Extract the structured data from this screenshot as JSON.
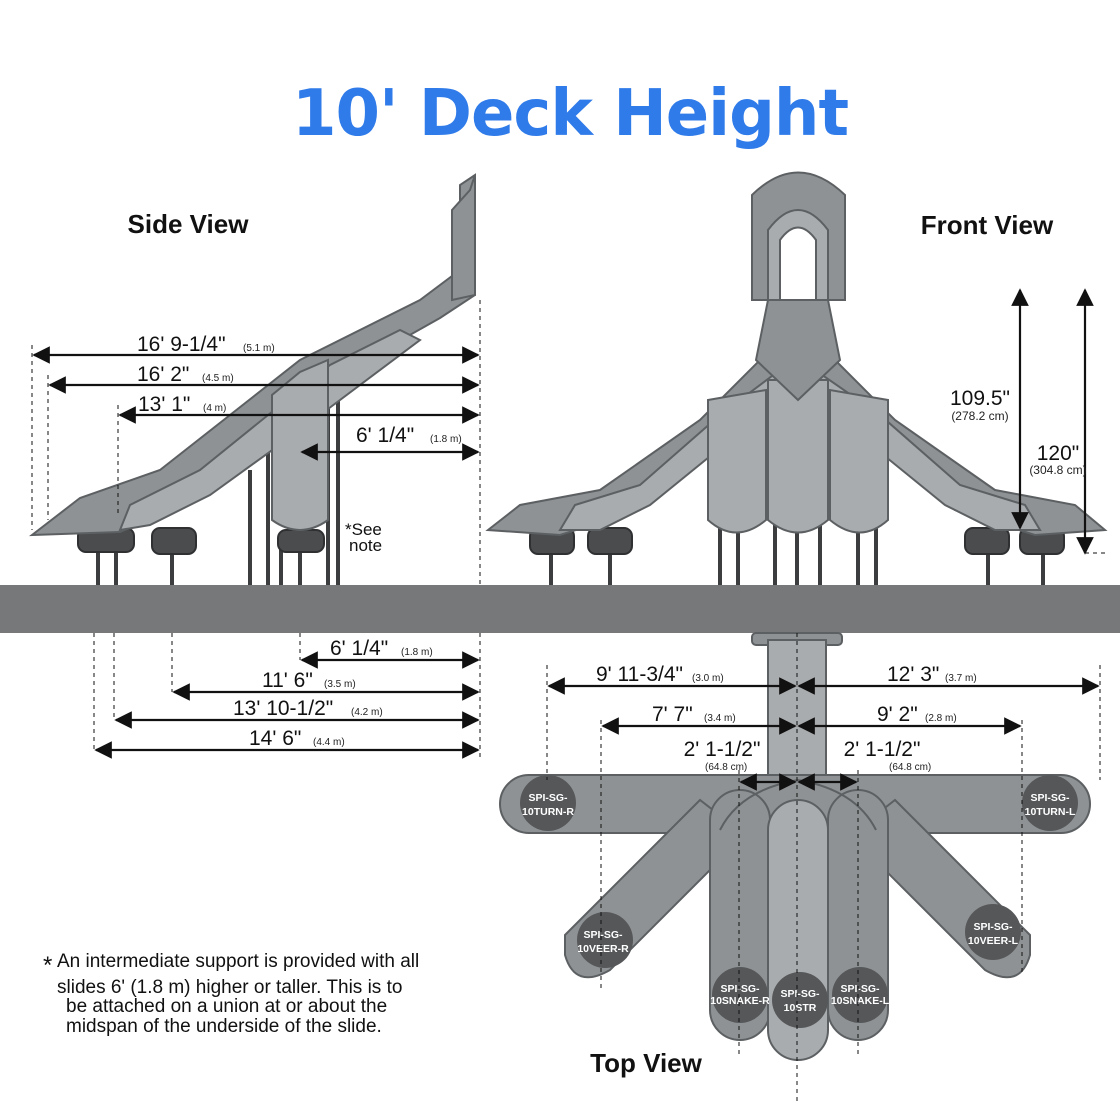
{
  "title": "10' Deck Height",
  "views": {
    "side": "Side View",
    "front": "Front View",
    "top": "Top View"
  },
  "side_view": {
    "upper_dimensions": [
      {
        "label": "16' 9-1/4\"",
        "metric": "(5.1 m)"
      },
      {
        "label": "16' 2\"",
        "metric": "(4.5 m)"
      },
      {
        "label": "13' 1\"",
        "metric": "(4 m)"
      },
      {
        "label": "6' 1/4\"",
        "metric": "(1.8 m)"
      }
    ],
    "lower_dimensions": [
      {
        "label": "6' 1/4\"",
        "metric": "(1.8 m)"
      },
      {
        "label": "11' 6\"",
        "metric": "(3.5 m)"
      },
      {
        "label": "13' 10-1/2\"",
        "metric": "(4.2 m)"
      },
      {
        "label": "14' 6\"",
        "metric": "(4.4 m)"
      }
    ],
    "see_note": [
      "*See",
      "note"
    ]
  },
  "front_view": {
    "heights": [
      {
        "label": "109.5\"",
        "metric": "(278.2 cm)"
      },
      {
        "label": "120\"",
        "metric": "(304.8 cm)"
      }
    ]
  },
  "top_view": {
    "dimensions": [
      {
        "label": "9' 11-3/4\"",
        "metric": "(3.0 m)"
      },
      {
        "label": "12' 3\"",
        "metric": "(3.7 m)"
      },
      {
        "label": "7' 7\"",
        "metric": "(3.4 m)"
      },
      {
        "label": "9' 2\"",
        "metric": "(2.8 m)"
      },
      {
        "label": "2' 1-1/2\"",
        "metric": "(64.8 cm)"
      },
      {
        "label": "2' 1-1/2\"",
        "metric": "(64.8 cm)"
      }
    ],
    "models": [
      [
        "SPI-SG-",
        "10TURN-R"
      ],
      [
        "SPI-SG-",
        "10TURN-L"
      ],
      [
        "SPI-SG-",
        "10VEER-R"
      ],
      [
        "SPI-SG-",
        "10VEER-L"
      ],
      [
        "SPI-SG-",
        "10SNAKE-R"
      ],
      [
        "SPI-SG-",
        "10STR"
      ],
      [
        "SPI-SG-",
        "10SNAKE-L"
      ]
    ]
  },
  "note": {
    "marker": "*",
    "lines": [
      "An intermediate support is provided with all",
      "slides 6' (1.8 m) higher or taller. This is to",
      "be attached on a union at or about the",
      "midspan of the underside of the slide."
    ]
  },
  "colors": {
    "title": "#2f7bea",
    "ground": "#767879",
    "slide": "#8f9294"
  }
}
